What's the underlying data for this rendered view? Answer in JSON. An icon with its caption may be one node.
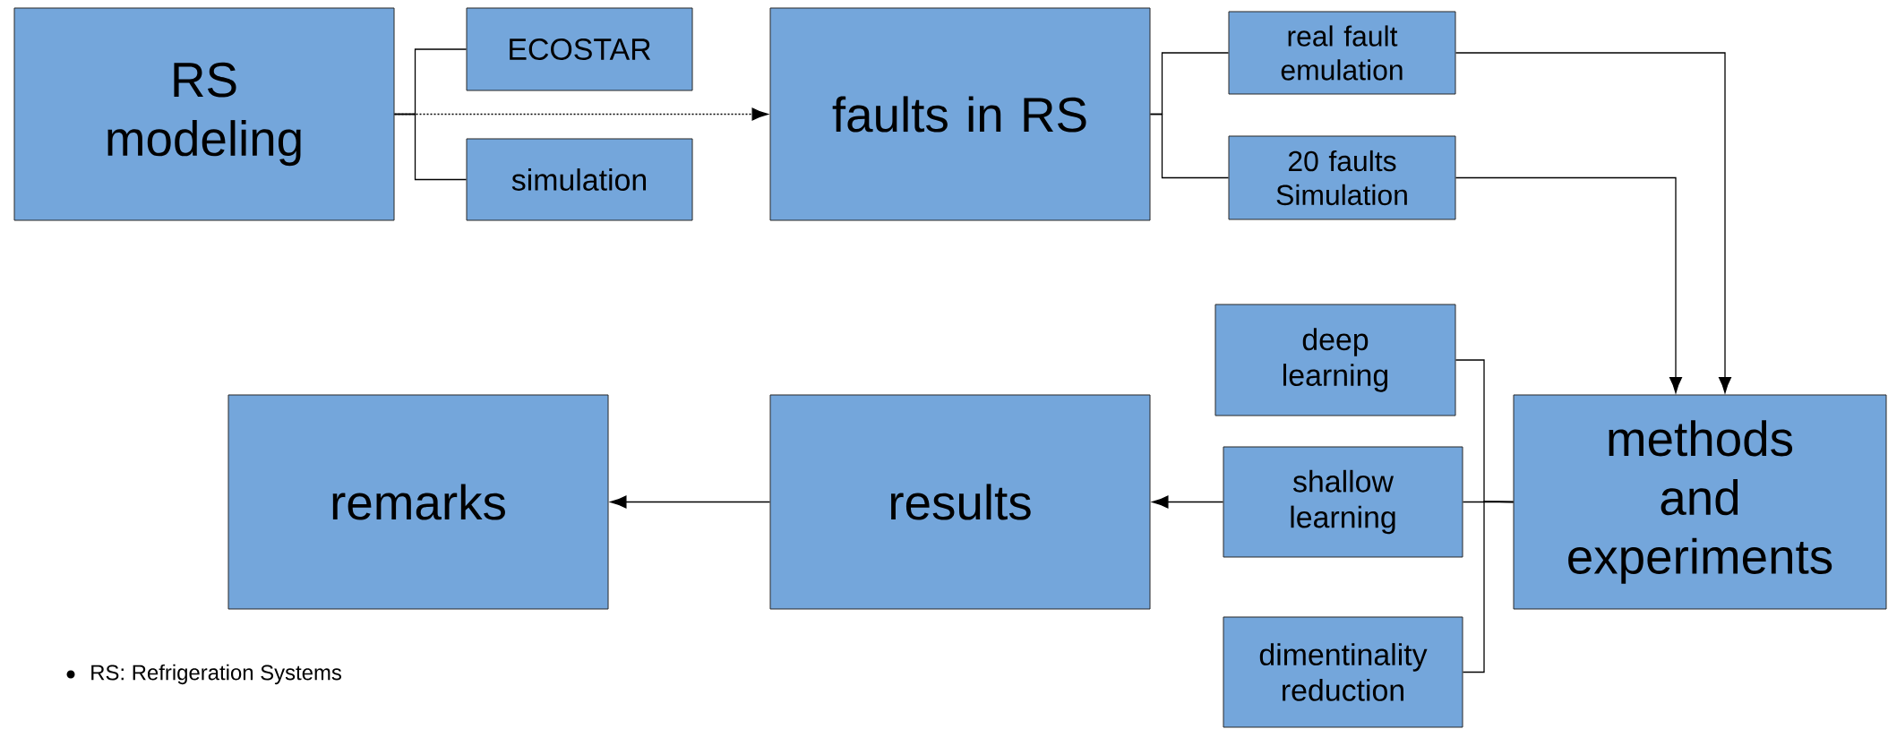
{
  "diagram": {
    "nodes": [
      {
        "text": [
          "RS modeling"
        ]
      },
      {
        "text": [
          "ECOSTAR"
        ]
      },
      {
        "text": [
          "simulation"
        ]
      },
      {
        "text": [
          "faults in RS"
        ]
      },
      {
        "text": [
          "real fault emulation"
        ]
      },
      {
        "text": [
          "20 faults Simulation"
        ]
      },
      {
        "text": [
          "deep learning"
        ]
      },
      {
        "text": [
          "shallow learning"
        ]
      },
      {
        "text": [
          "dimentinality reduction"
        ]
      },
      {
        "text": [
          "methods and experiments"
        ]
      },
      {
        "text": [
          "results"
        ]
      },
      {
        "text": [
          "remarks"
        ]
      }
    ],
    "edges": [
      {
        "from": 0,
        "to": 1,
        "arrow": "none"
      },
      {
        "from": 0,
        "to": 2,
        "arrow": "none"
      },
      {
        "from": 0,
        "to": 3,
        "arrow": "to",
        "style": "dashed"
      },
      {
        "from": 3,
        "to": 4,
        "arrow": "none"
      },
      {
        "from": 3,
        "to": 5,
        "arrow": "none"
      },
      {
        "from": 4,
        "to": 9,
        "arrow": "to"
      },
      {
        "from": 5,
        "to": 9,
        "arrow": "to"
      },
      {
        "from": 9,
        "to": 6,
        "arrow": "none"
      },
      {
        "from": 9,
        "to": 7,
        "arrow": "none"
      },
      {
        "from": 9,
        "to": 8,
        "arrow": "none"
      },
      {
        "from": 7,
        "to": 10,
        "arrow": "to"
      },
      {
        "from": 10,
        "to": 11,
        "arrow": "to"
      }
    ],
    "labels": [
      "RS: Refrigeration Systems"
    ]
  }
}
